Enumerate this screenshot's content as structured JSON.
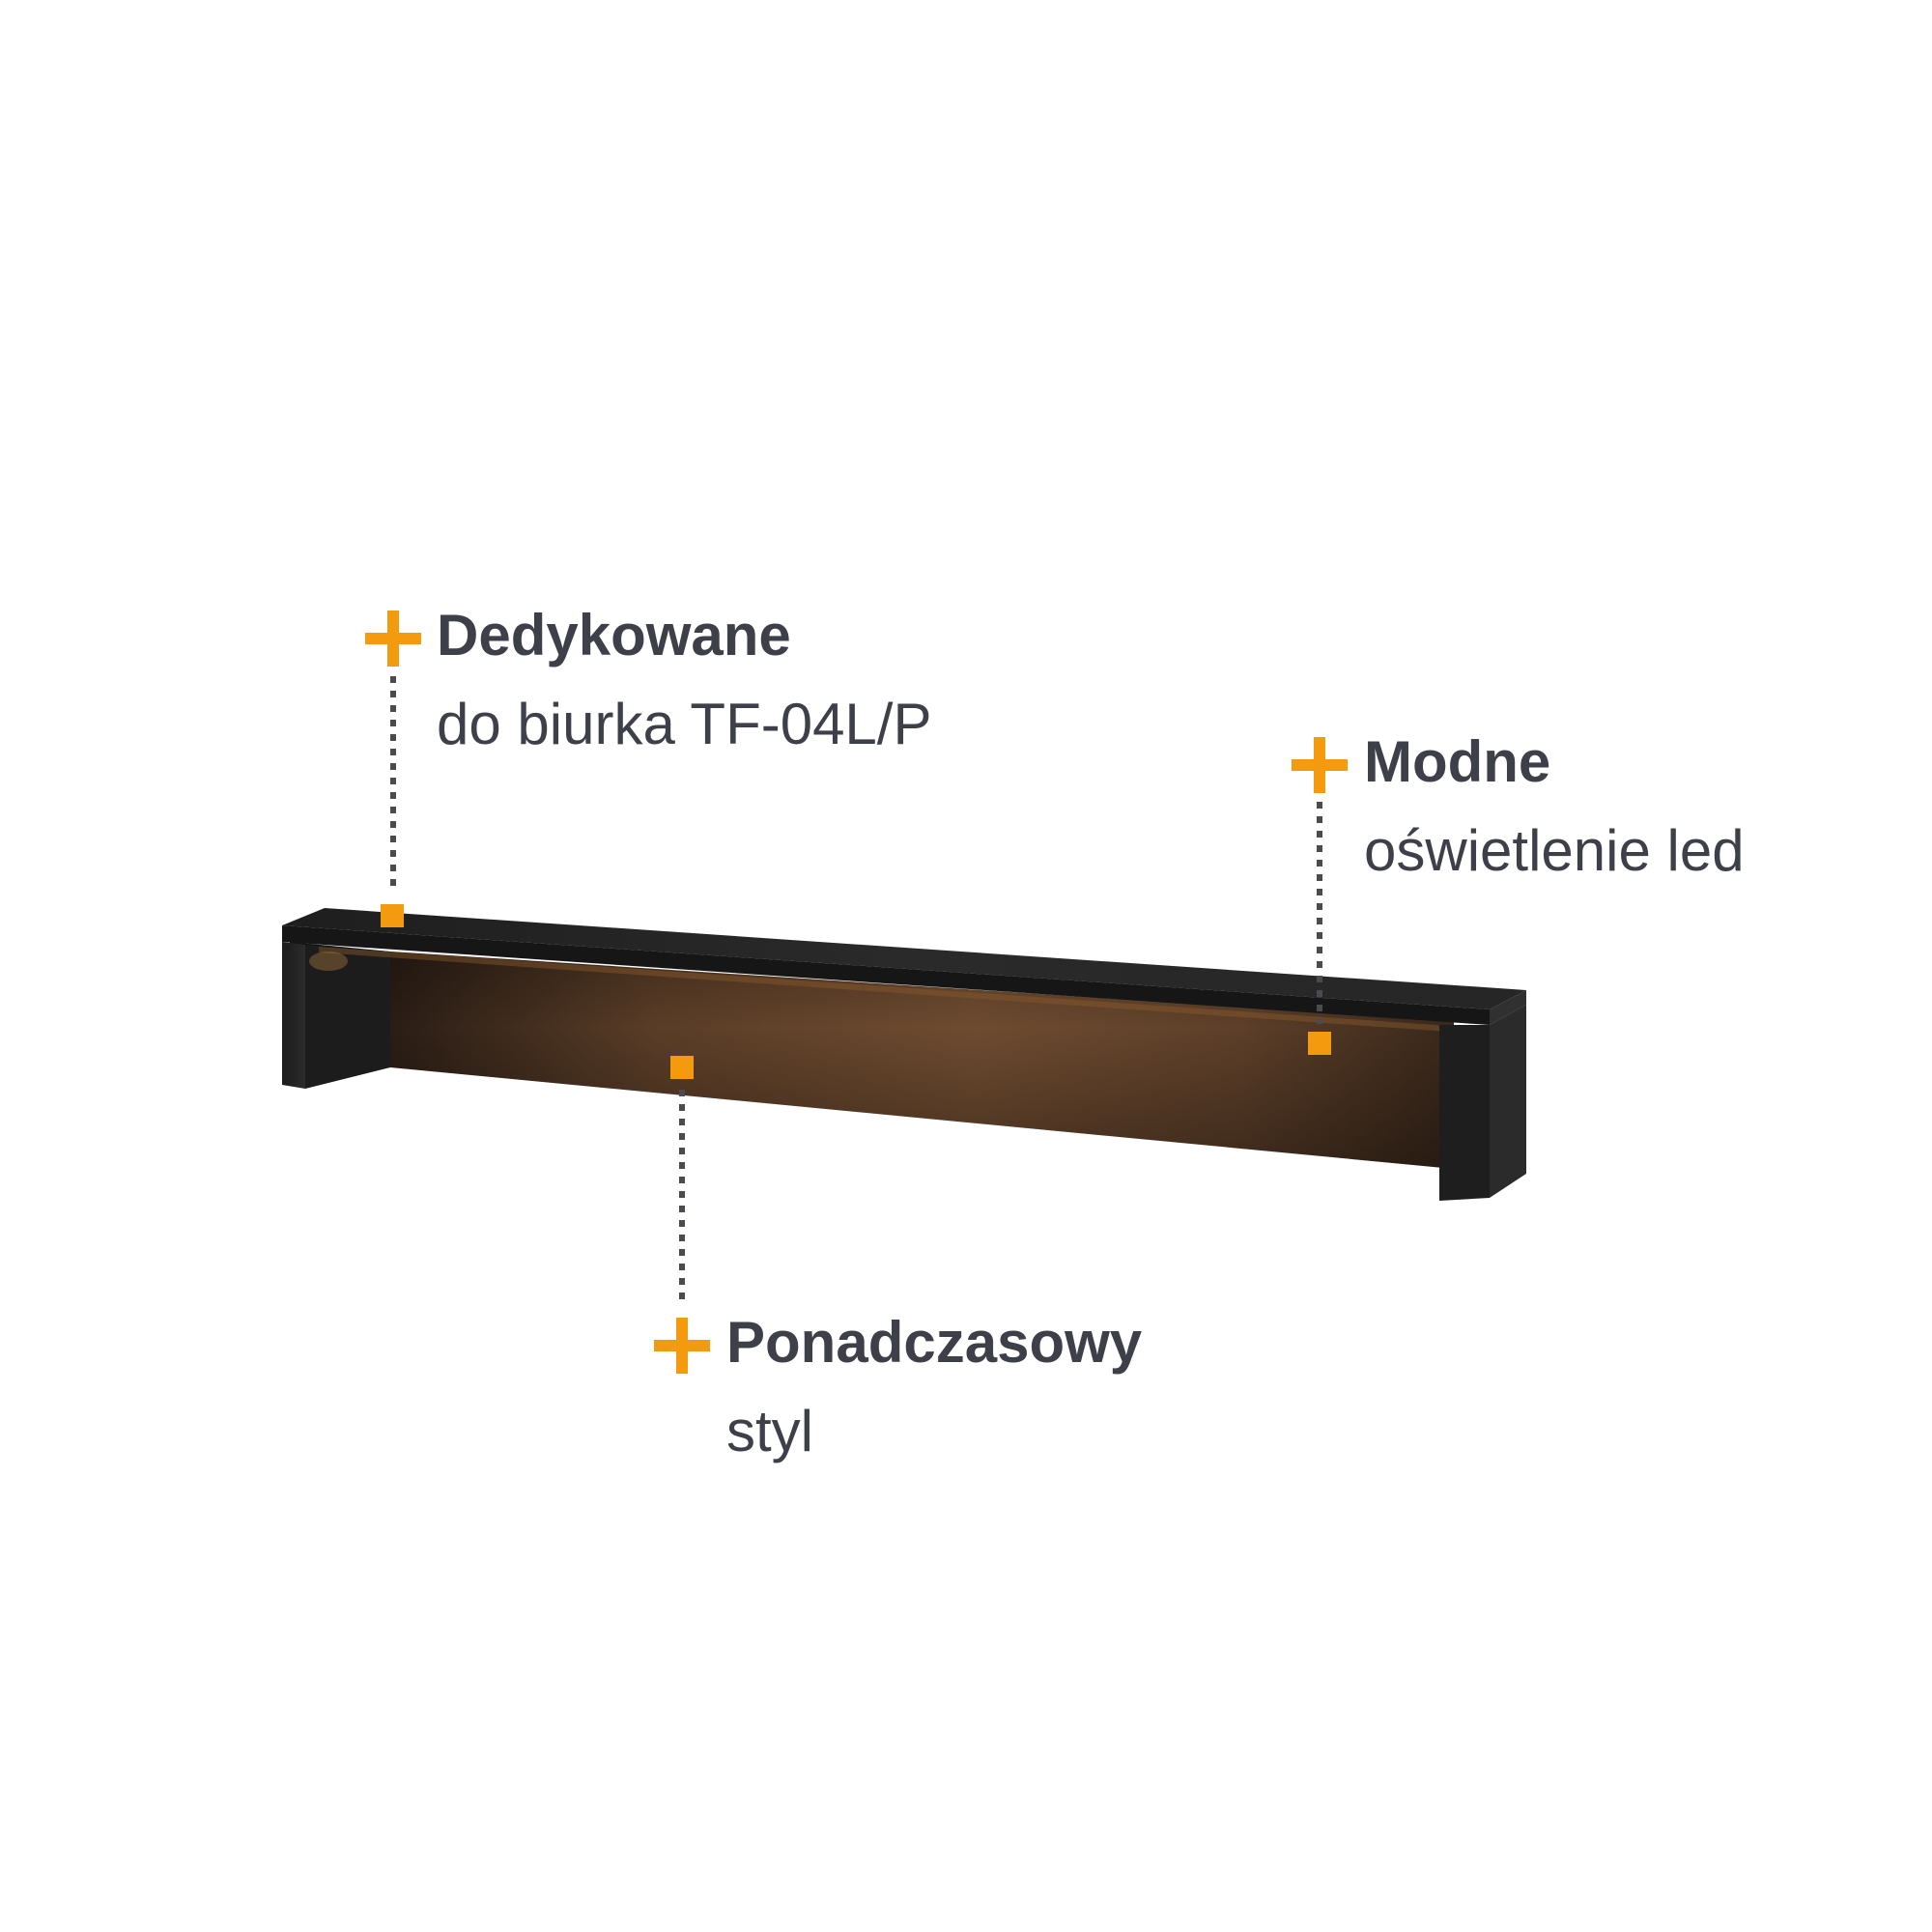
{
  "colors": {
    "accent": "#F39A0E",
    "text": "#3E4049",
    "dots": "#4A4A50",
    "shelf_top": "#232323",
    "shelf_front": "#1A1A1A",
    "back_panel_warm": "#6B4A30",
    "back_panel_dark": "#2B201A"
  },
  "callouts": [
    {
      "id": "dedicated",
      "title": "Dedykowane",
      "subtitle": "do biurka TF-04L/P",
      "icon": "plus-icon"
    },
    {
      "id": "trendy",
      "title": "Modne",
      "subtitle": "oświetlenie led",
      "icon": "plus-icon"
    },
    {
      "id": "timeless",
      "title": "Ponadczasowy",
      "subtitle": "styl",
      "icon": "plus-icon"
    }
  ]
}
